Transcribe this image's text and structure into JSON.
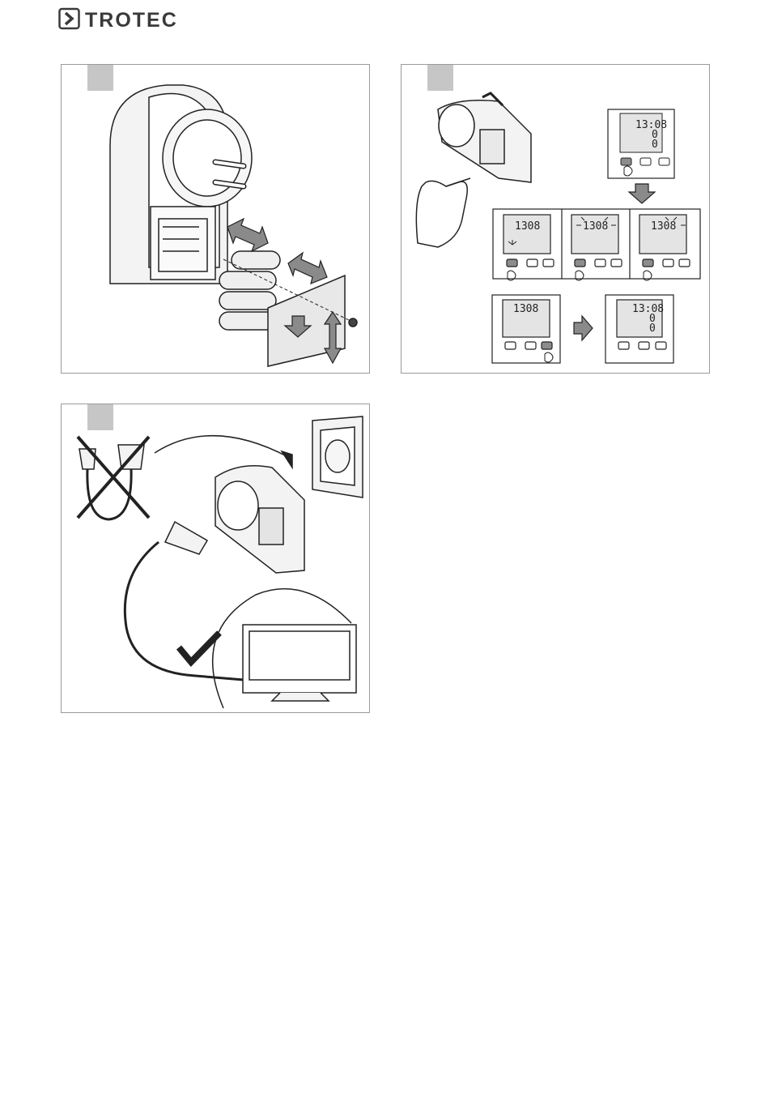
{
  "brand": {
    "name": "TROTEC",
    "accent": "#3a3a3a"
  },
  "display": {
    "time": "13:08",
    "zero_1": "0",
    "zero_2": "0",
    "time_short": "1308"
  },
  "colors": {
    "panel_border": "#9a9a9a",
    "step_box": "#c6c6c6",
    "lcd_bg": "#e4e4e4",
    "button_pressed": "#8c8c8c",
    "arrow_fill": "#8a8a8a",
    "line": "#222222"
  },
  "icons": [
    "logo-chevron-icon",
    "arrow-down-icon",
    "arrow-right-icon",
    "cross-icon",
    "check-icon",
    "hand-press-icon"
  ]
}
